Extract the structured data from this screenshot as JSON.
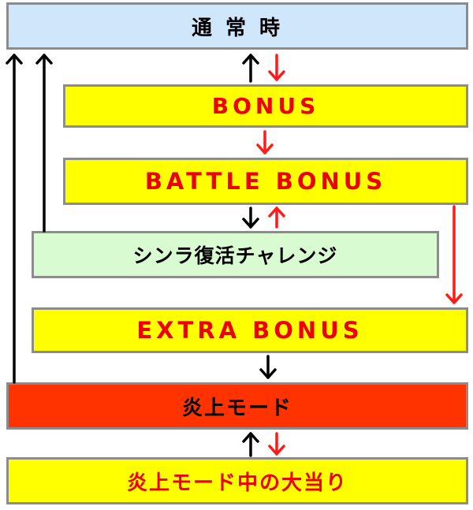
{
  "diagram": {
    "normal_state": "通 常 時",
    "bonus": "BONUS",
    "battle_bonus": "BATTLE BONUS",
    "shinra_challenge": "シンラ復活チャレンジ",
    "extra_bonus": "EXTRA BONUS",
    "enjou_mode": "炎上モード",
    "enjou_jackpot": "炎上モード中の大当り"
  },
  "colors": {
    "normal_state_bg": "#cfe6fb",
    "bonus_bg": "#ffff00",
    "challenge_bg": "#d9fbd2",
    "enjou_mode_bg": "#ff3300",
    "box_border": "#8c8c8c",
    "red_text": "#ee0000",
    "black_text": "#000000",
    "red_arrow": "#ff1a1a",
    "black_arrow": "#000000"
  }
}
